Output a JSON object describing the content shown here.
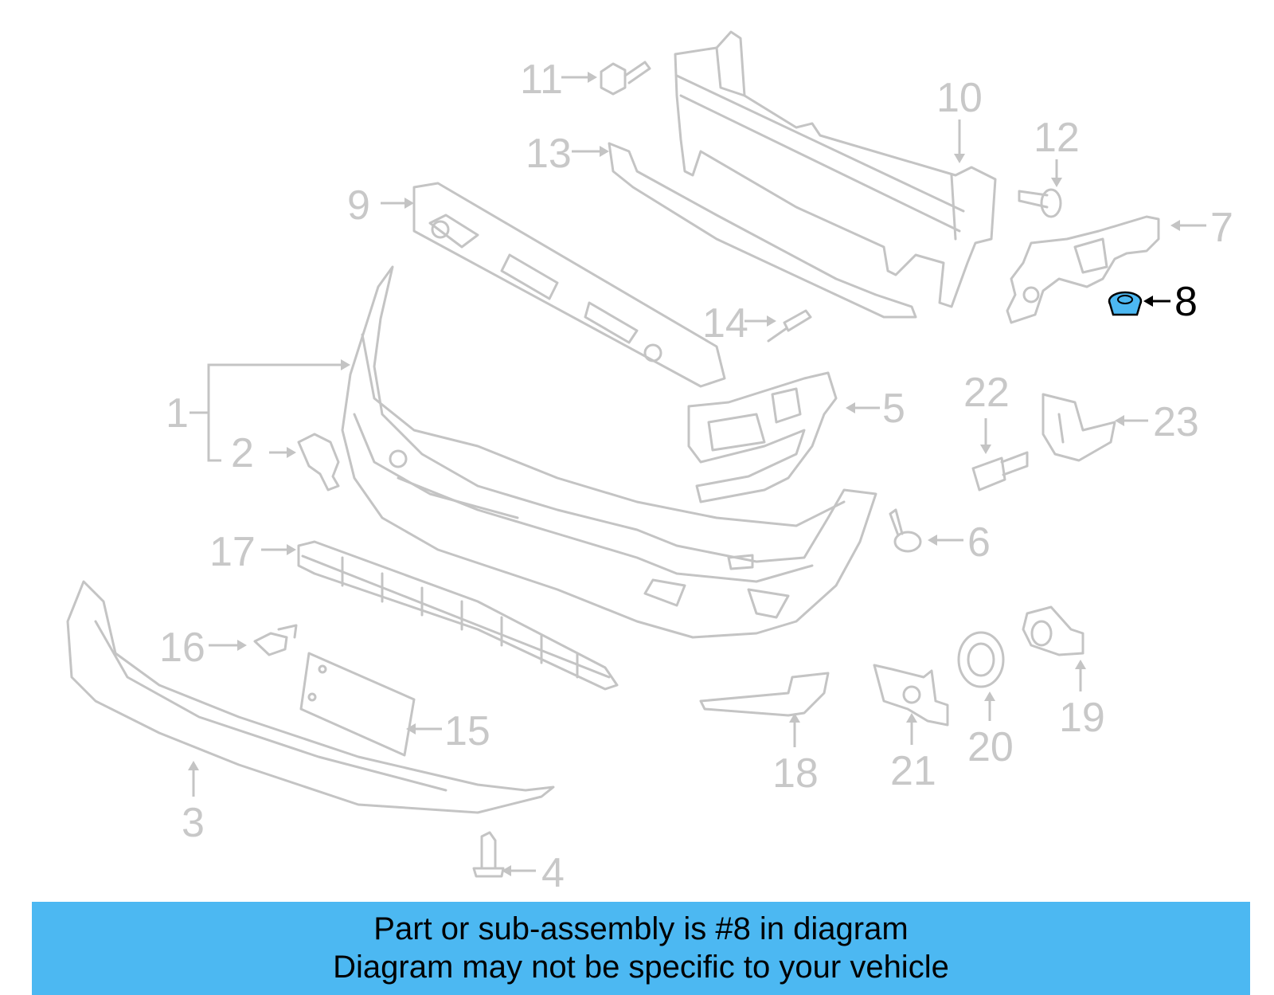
{
  "diagram": {
    "callouts": [
      {
        "id": "1",
        "label": "1"
      },
      {
        "id": "2",
        "label": "2"
      },
      {
        "id": "3",
        "label": "3"
      },
      {
        "id": "4",
        "label": "4"
      },
      {
        "id": "5",
        "label": "5"
      },
      {
        "id": "6",
        "label": "6"
      },
      {
        "id": "7",
        "label": "7"
      },
      {
        "id": "8",
        "label": "8"
      },
      {
        "id": "9",
        "label": "9"
      },
      {
        "id": "10",
        "label": "10"
      },
      {
        "id": "11",
        "label": "11"
      },
      {
        "id": "12",
        "label": "12"
      },
      {
        "id": "13",
        "label": "13"
      },
      {
        "id": "14",
        "label": "14"
      },
      {
        "id": "15",
        "label": "15"
      },
      {
        "id": "16",
        "label": "16"
      },
      {
        "id": "17",
        "label": "17"
      },
      {
        "id": "18",
        "label": "18"
      },
      {
        "id": "19",
        "label": "19"
      },
      {
        "id": "20",
        "label": "20"
      },
      {
        "id": "21",
        "label": "21"
      },
      {
        "id": "22",
        "label": "22"
      },
      {
        "id": "23",
        "label": "23"
      }
    ],
    "highlighted_part": "8",
    "highlight_color": "#4cb8f2",
    "callout_color": "#c8c8c8",
    "part_line_color": "#c4c4c4"
  },
  "banner": {
    "line1": "Part or sub-assembly is #8 in diagram",
    "line2": "Diagram may not be specific to your vehicle",
    "background": "#4cb8f2"
  }
}
